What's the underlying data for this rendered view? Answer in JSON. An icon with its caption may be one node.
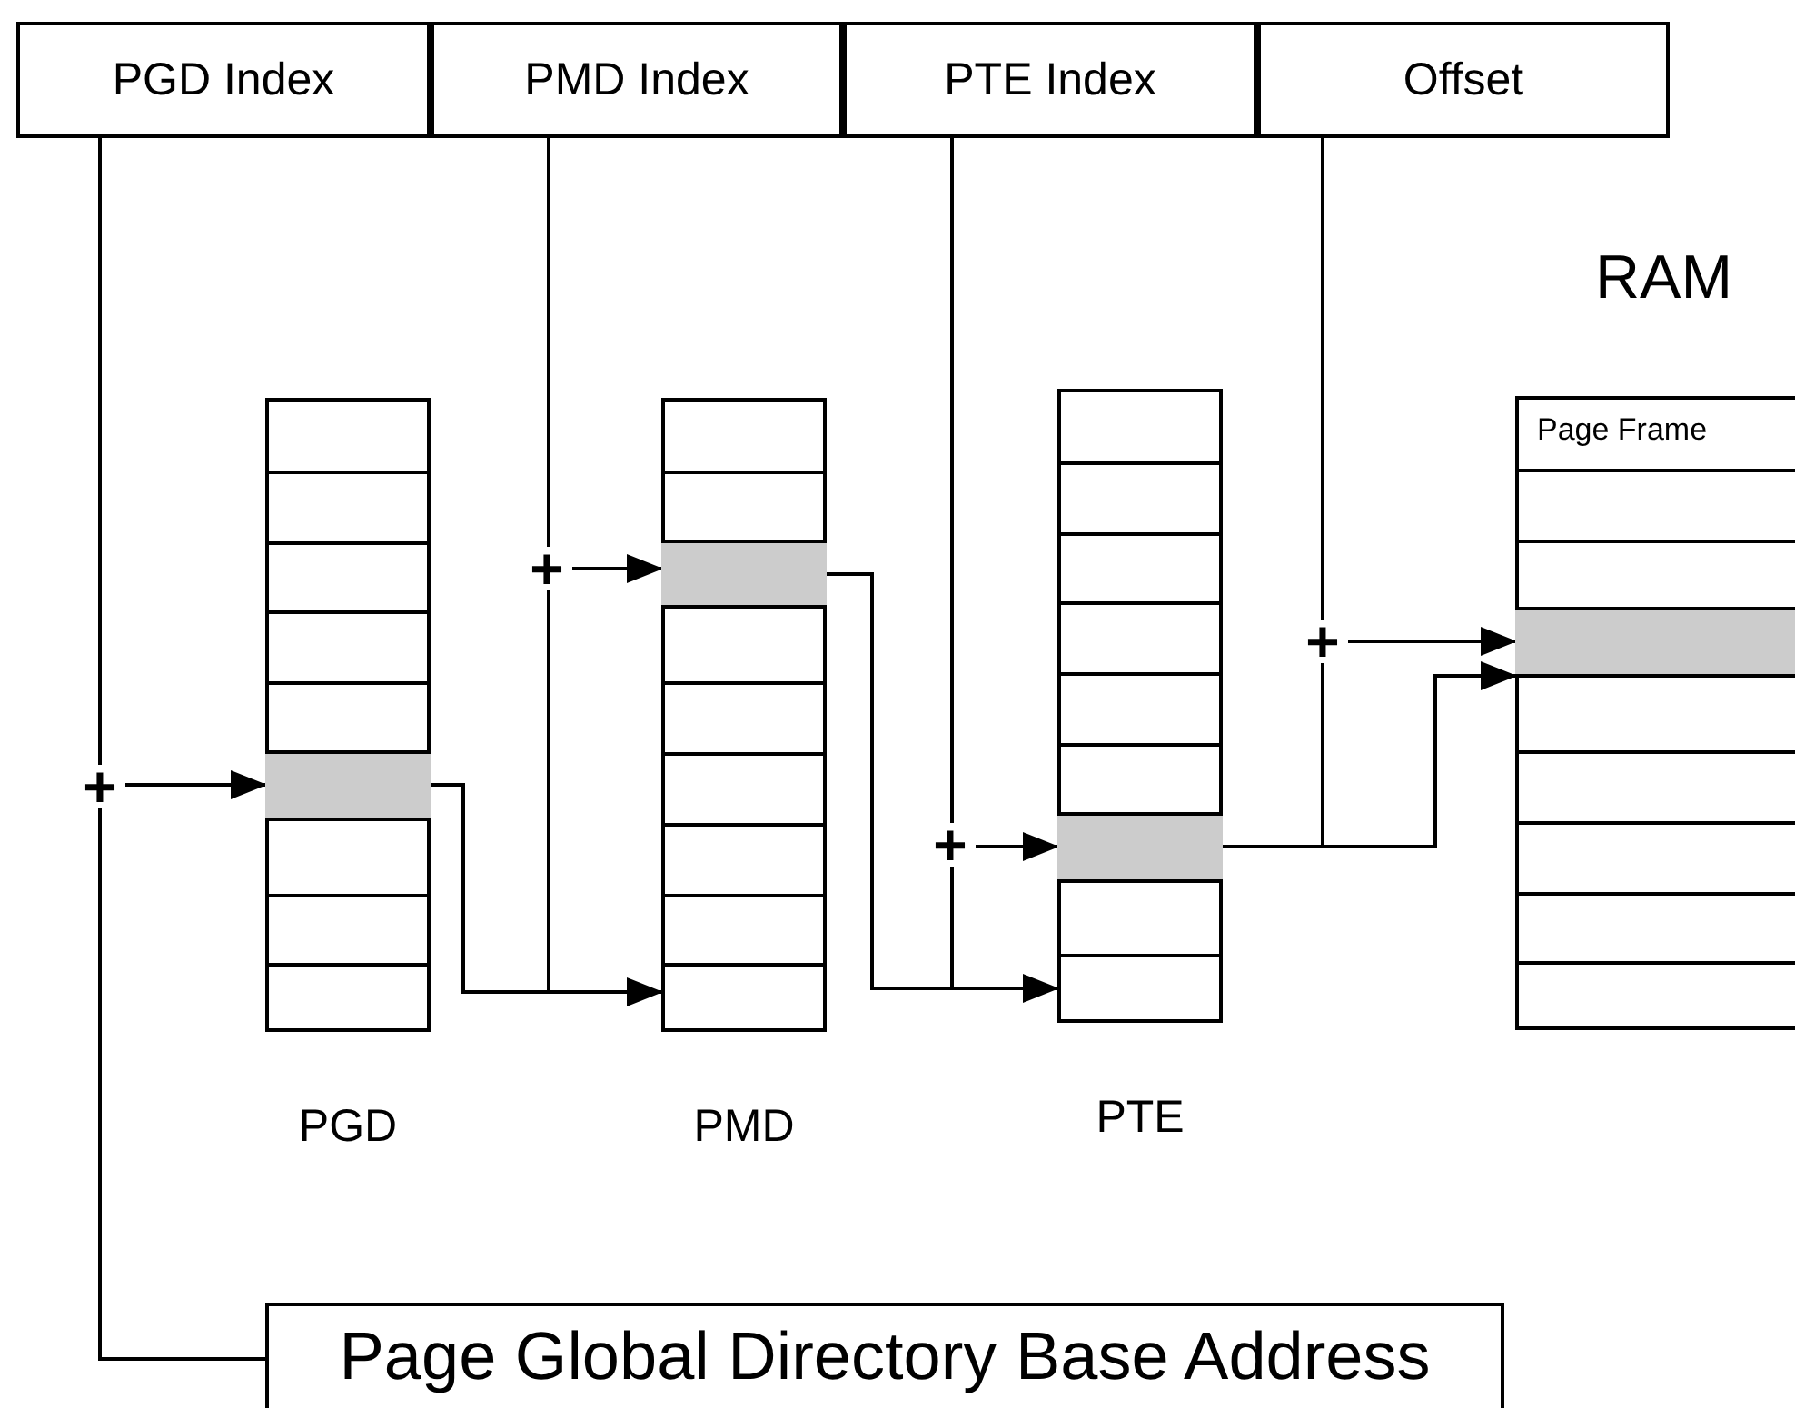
{
  "diagram": {
    "nodes": [
      {
        "text": [
          "PGD Index"
        ]
      },
      {
        "text": [
          "PMD Index"
        ]
      },
      {
        "text": [
          "PTE Index"
        ]
      },
      {
        "text": [
          "Offset"
        ]
      },
      {
        "text": [
          "PGD"
        ]
      },
      {
        "text": [],
        "shape": "box",
        "in": 4
      },
      {
        "text": [
          "PMD"
        ]
      },
      {
        "text": [],
        "shape": "box",
        "in": 6
      },
      {
        "text": [
          "PTE"
        ]
      },
      {
        "text": [],
        "shape": "box",
        "in": 8
      },
      {
        "text": [
          "Page Frame"
        ],
        "beside": [
          "RAM"
        ]
      },
      {
        "text": [],
        "shape": "box",
        "in": 10
      },
      {
        "text": [
          "+"
        ]
      },
      {
        "text": [
          "+"
        ]
      },
      {
        "text": [
          "+"
        ]
      },
      {
        "text": [
          "+"
        ]
      },
      {
        "text": [
          "Page Global Directory Base Address"
        ]
      }
    ],
    "edges": [
      {
        "from": 0,
        "to": 12,
        "arrow": "none"
      },
      {
        "from": 16,
        "to": 12,
        "arrow": "none"
      },
      {
        "from": 12,
        "to": 5,
        "arrow": "to"
      },
      {
        "from": 5,
        "to": 6,
        "arrow": "to"
      },
      {
        "from": 1,
        "to": 13,
        "arrow": "none"
      },
      {
        "from": 5,
        "to": 13,
        "arrow": "none"
      },
      {
        "from": 13,
        "to": 7,
        "arrow": "to"
      },
      {
        "from": 7,
        "to": 8,
        "arrow": "to"
      },
      {
        "from": 2,
        "to": 14,
        "arrow": "none"
      },
      {
        "from": 7,
        "to": 14,
        "arrow": "none"
      },
      {
        "from": 14,
        "to": 9,
        "arrow": "to"
      },
      {
        "from": 9,
        "to": 10,
        "arrow": "to"
      },
      {
        "from": 3,
        "to": 15,
        "arrow": "none"
      },
      {
        "from": 9,
        "to": 15,
        "arrow": "none"
      },
      {
        "from": 15,
        "to": 11,
        "arrow": "to"
      }
    ]
  }
}
